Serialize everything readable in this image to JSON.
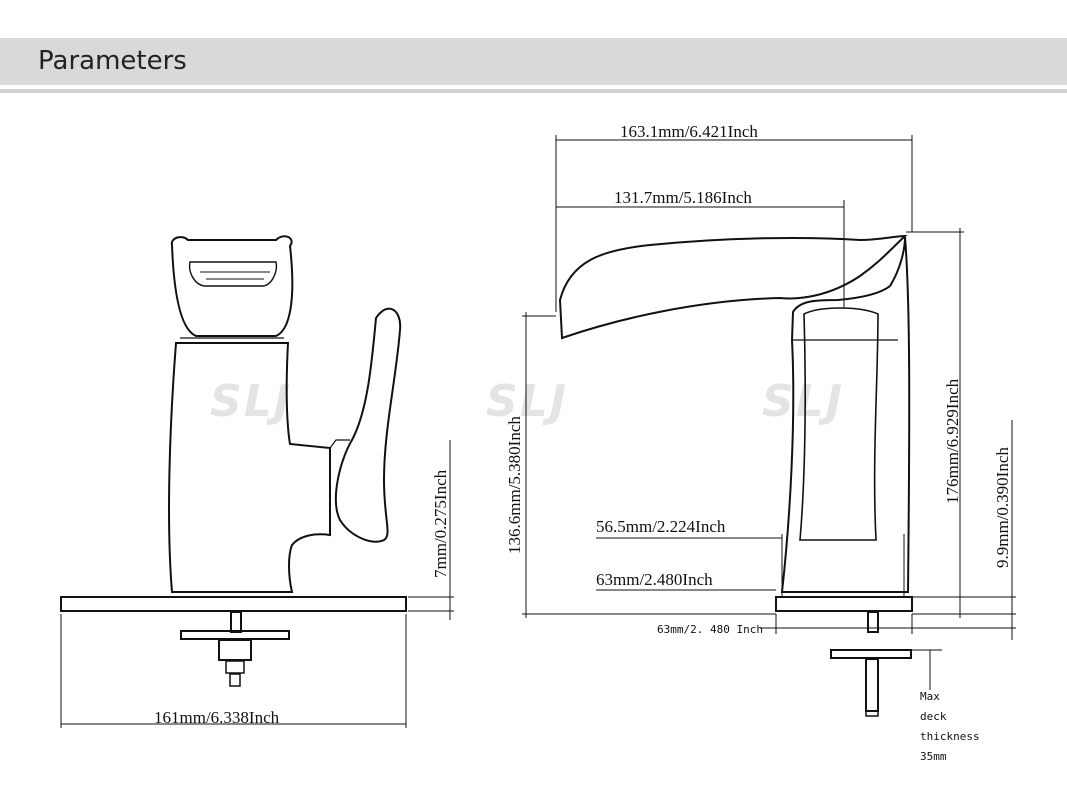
{
  "header": {
    "title": "Parameters"
  },
  "watermark": {
    "text": "SLJ"
  },
  "dimensions": {
    "overall_length": "163.1mm/6.421Inch",
    "spout_reach": "131.7mm/5.186Inch",
    "total_height": "176mm/6.929Inch",
    "spout_height": "136.6mm/5.380Inch",
    "base_thickness_right": "9.9mm/0.390Inch",
    "body_width_top": "56.5mm/2.224Inch",
    "body_width_base": "63mm/2.480Inch",
    "base_width_small": "63mm/2. 480 Inch",
    "base_thickness_left": "7mm/0.275Inch",
    "plate_width": "161mm/6.338Inch"
  },
  "notes": {
    "deck_line1": "Max",
    "deck_line2": "deck",
    "deck_line3": "thickness",
    "deck_line4": "35mm"
  }
}
